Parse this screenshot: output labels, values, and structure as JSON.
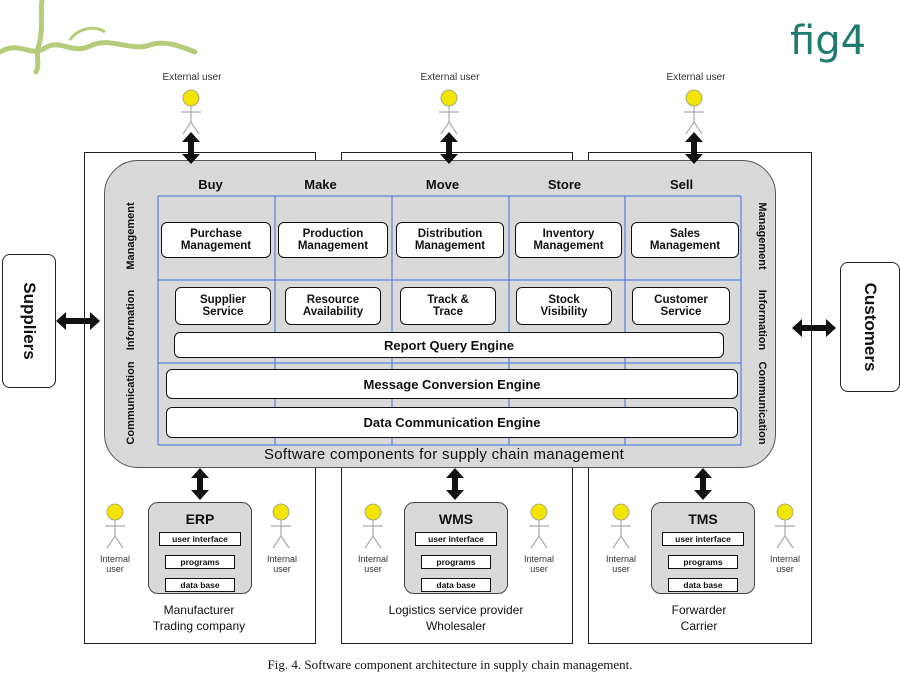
{
  "fig_label": "fig4",
  "external_users": [
    "External user",
    "External user",
    "External user"
  ],
  "suppliers": "Suppliers",
  "customers": "Customers",
  "columns": [
    "Buy",
    "Make",
    "Move",
    "Store",
    "Sell"
  ],
  "rows": [
    "Management",
    "Information",
    "Communication"
  ],
  "management_modules": [
    [
      "Purchase",
      "Management"
    ],
    [
      "Production",
      "Management"
    ],
    [
      "Distribution",
      "Management"
    ],
    [
      "Inventory",
      "Management"
    ],
    [
      "Sales",
      "Management"
    ]
  ],
  "information_modules": [
    [
      "Supplier",
      "Service"
    ],
    [
      "Resource",
      "Availability"
    ],
    [
      "Track &",
      "Trace"
    ],
    [
      "Stock",
      "Visibility"
    ],
    [
      "Customer",
      "Service"
    ]
  ],
  "engines": {
    "report": "Report Query Engine",
    "message": "Message Conversion Engine",
    "data": "Data Communication Engine"
  },
  "panel_caption": "Software components for supply chain management",
  "systems": [
    {
      "title": "ERP",
      "items": [
        "user interface",
        "programs",
        "data base"
      ],
      "org": [
        "Manufacturer",
        "Trading company"
      ]
    },
    {
      "title": "WMS",
      "items": [
        "user interface",
        "programs",
        "data base"
      ],
      "org": [
        "Logistics service provider",
        "Wholesaler"
      ]
    },
    {
      "title": "TMS",
      "items": [
        "user interface",
        "programs",
        "data base"
      ],
      "org": [
        "Forwarder",
        "Carrier"
      ]
    }
  ],
  "internal_user": [
    "Internal",
    "user"
  ],
  "caption": "Fig. 4.  Software component architecture in supply chain management.",
  "colors": {
    "accent": "#1f7a70",
    "panel": "#d9d9d9",
    "grid": "#3a6fd8",
    "actor_head": "#f2e600",
    "logo": "#b7cc7a"
  }
}
